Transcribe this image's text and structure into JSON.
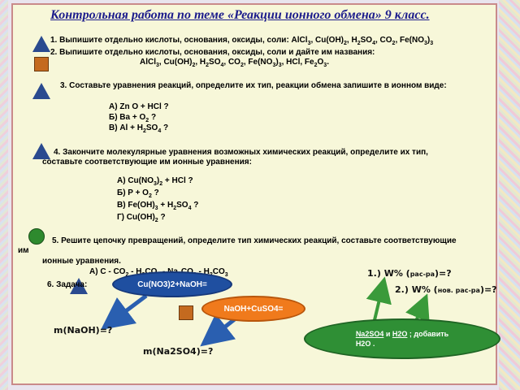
{
  "title": "Контрольная работа по теме «Реакции ионного обмена» 9 класс.",
  "task1": {
    "number": "1.",
    "text": "Выпишите отдельно кислоты, основания, оксиды, соли: AlCl",
    "rest": ", Cu(OH)",
    "rest2": ", H",
    "rest3": "SO",
    "rest4": ", CO",
    "rest5": ", Fe(NO",
    "rest6": ")",
    "sub3": "3",
    "sub2": "2",
    "sub4": "4"
  },
  "task2": {
    "line1": "2. Выпишите отдельно кислоты, основания, оксиды, соли и дайте им названия:",
    "p1": "AlCl",
    "p2": ", Cu(OH)",
    "p3": ", H",
    "p4": "SO",
    "p5": ", CO",
    "p6": ", Fe(NO",
    "p7": ")",
    "p8": ", HCl, Fe",
    "p9": "O",
    "p10": "."
  },
  "task3": {
    "text": "3. Составьте уравнения реакций, определите их тип, реакции обмена запишите в ионном виде:",
    "a_pre": "А) Zn O + HCl ?",
    "b_pre": "Б) Ba + O",
    "b_post": " ?",
    "c_pre": "В) Al + H",
    "c_mid": "SO",
    "c_post": " ?"
  },
  "task4": {
    "line1": "4. Закончите молекулярные уравнения возможных химических реакций, определите их тип,",
    "line2": "составьте соответствующие им ионные уравнения:",
    "a_pre": "А) Cu(NO",
    "a_mid": ")",
    "a_post": " + HCl ?",
    "b_pre": "Б) P + O",
    "b_post": " ?",
    "c_pre": "В) Fe(OH)",
    "c_mid": " + H",
    "c_mid2": "SO",
    "c_post": " ?",
    "d_pre": "Г) Cu(OH)",
    "d_post": "  ?"
  },
  "task5": {
    "line1": "5.  Решите цепочку превращений, определите тип химических реакций, составьте соответствующие",
    "line2": "им",
    "line3": "ионные уравнения.",
    "chain": "А) С - CO",
    "chain_rest": " - H",
    "chain_rest2": "CO",
    "chain_rest3": " - Na",
    "chain_rest4": "CO",
    "chain_rest5": " - H",
    "chain_rest6": "CO"
  },
  "task6": {
    "label": "6. Задача:"
  },
  "bubbles": {
    "b1": "Cu(NO3)2+NaOH=",
    "b2": "NaOH+CuSO4=",
    "b3_1": "Na2SO4",
    "b3_and": "  и  ",
    "b3_2": "H2O",
    "b3_3": " ; добавить",
    "b3_4": "H2O ."
  },
  "handwritten": {
    "w1_pre": "1.) W% (",
    "w1_small": "рас-ра",
    "w1_post": ")=?",
    "w2_pre": "2.) W% (",
    "w2_small": "нов. рас-ра",
    "w2_post": ")=?",
    "m1": "m(NaOH)=?",
    "m2": "m(Na2SO4)=?"
  },
  "colors": {
    "title": "#1c1c8c",
    "triangle": "#2a4a8f",
    "square": "#c46a1f",
    "circle": "#2e8a2e",
    "bubble_blue": "#1f4fa0",
    "bubble_orange": "#f07a1c",
    "bubble_green": "#2f8f35",
    "arrow_green": "#3a9a3a",
    "arrow_blue": "#2a5fb0"
  }
}
